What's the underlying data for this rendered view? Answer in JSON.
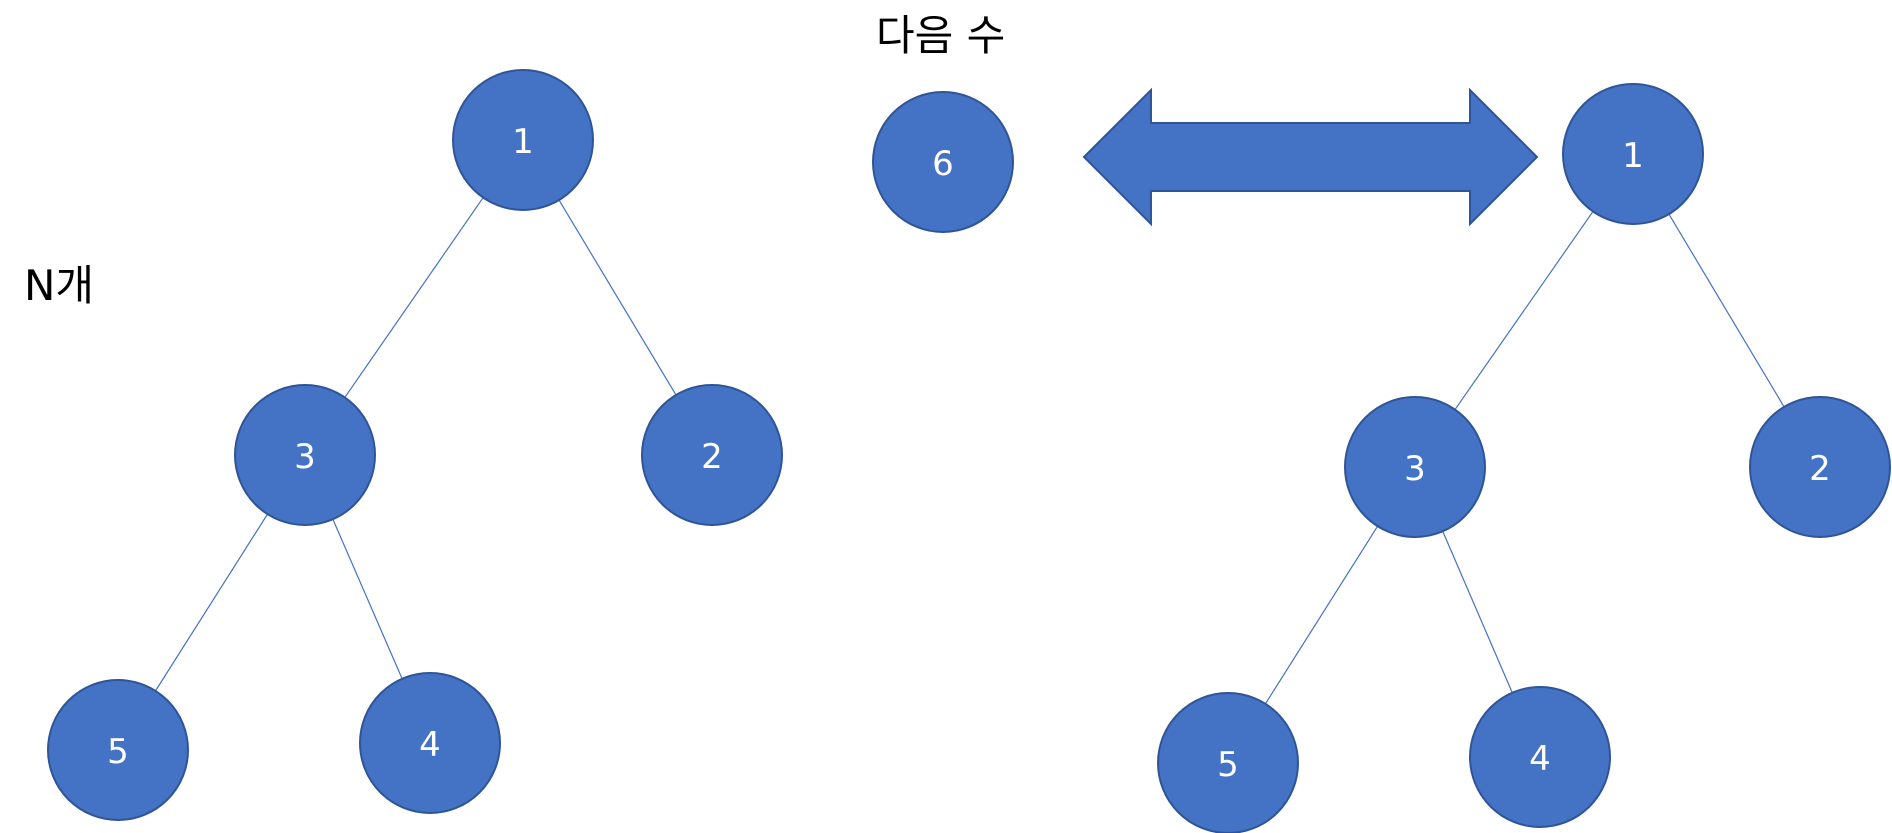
{
  "colors": {
    "node_fill": "#4472c4",
    "node_stroke": "#2f5597",
    "edge": "#4472c4",
    "text": "#000000",
    "node_text": "#ffffff"
  },
  "labels": {
    "n_count": "N개",
    "next_number": "다음 수"
  },
  "next_node": {
    "label": "6"
  },
  "arrow": {
    "type": "double-headed",
    "icon": "double-arrow-icon"
  },
  "trees": [
    {
      "name": "left-tree",
      "nodes": [
        {
          "id": "1",
          "label": "1"
        },
        {
          "id": "3",
          "label": "3"
        },
        {
          "id": "2",
          "label": "2"
        },
        {
          "id": "5",
          "label": "5"
        },
        {
          "id": "4",
          "label": "4"
        }
      ],
      "edges": [
        [
          "1",
          "3"
        ],
        [
          "1",
          "2"
        ],
        [
          "3",
          "5"
        ],
        [
          "3",
          "4"
        ]
      ]
    },
    {
      "name": "right-tree",
      "nodes": [
        {
          "id": "1",
          "label": "1"
        },
        {
          "id": "3",
          "label": "3"
        },
        {
          "id": "2",
          "label": "2"
        },
        {
          "id": "5",
          "label": "5"
        },
        {
          "id": "4",
          "label": "4"
        }
      ],
      "edges": [
        [
          "1",
          "3"
        ],
        [
          "1",
          "2"
        ],
        [
          "3",
          "5"
        ],
        [
          "3",
          "4"
        ]
      ]
    }
  ]
}
